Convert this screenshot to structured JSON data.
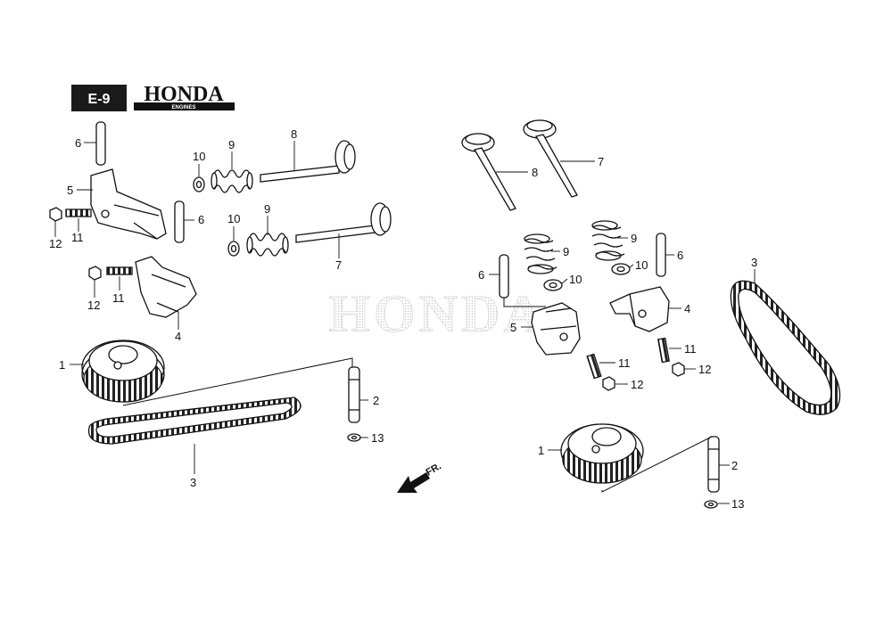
{
  "header": {
    "page_code": "E-9",
    "brand": "HONDA",
    "brand_sub": "ENGINES"
  },
  "watermark": "HONDA",
  "direction_label": "FR.",
  "colors": {
    "ink": "#111111",
    "watermark": "#c8c8c8",
    "badge": "#1a1a1a",
    "paper": "#ffffff"
  },
  "callouts": {
    "left": {
      "c1": "1",
      "c2": "2",
      "c3": "3",
      "c4": "4",
      "c5": "5",
      "c6a": "6",
      "c6b": "6",
      "c7": "7",
      "c8": "8",
      "c9a": "9",
      "c9b": "9",
      "c10a": "10",
      "c10b": "10",
      "c11a": "11",
      "c11b": "11",
      "c12a": "12",
      "c12b": "12",
      "c13": "13"
    },
    "right": {
      "c1": "1",
      "c2": "2",
      "c3": "3",
      "c4": "4",
      "c5": "5",
      "c6a": "6",
      "c6b": "6",
      "c7": "7",
      "c8": "8",
      "c9a": "9",
      "c9b": "9",
      "c10a": "10",
      "c10b": "10",
      "c11a": "11",
      "c11b": "11",
      "c12a": "12",
      "c12b": "12",
      "c13": "13"
    }
  }
}
